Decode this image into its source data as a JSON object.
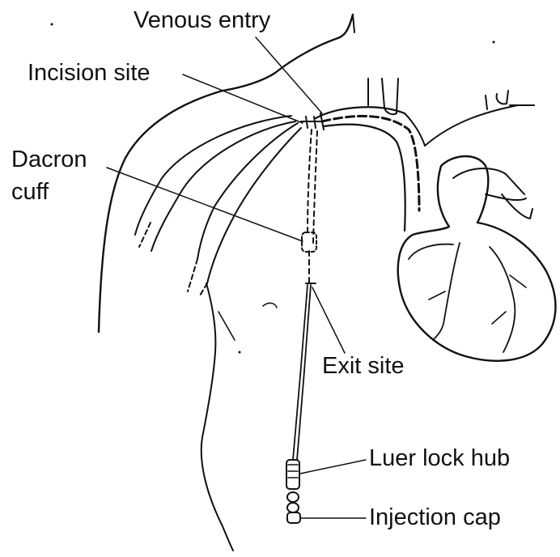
{
  "figure": {
    "labels": {
      "venous_entry": "Venous entry",
      "incision_site": "Incision site",
      "dacron_line1": "Dacron",
      "dacron_line2": "cuff",
      "exit_site": "Exit site",
      "luer_lock_hub": "Luer lock hub",
      "injection_cap": "Injection cap"
    },
    "colors": {
      "ink": "#111111",
      "background": "#ffffff"
    }
  }
}
